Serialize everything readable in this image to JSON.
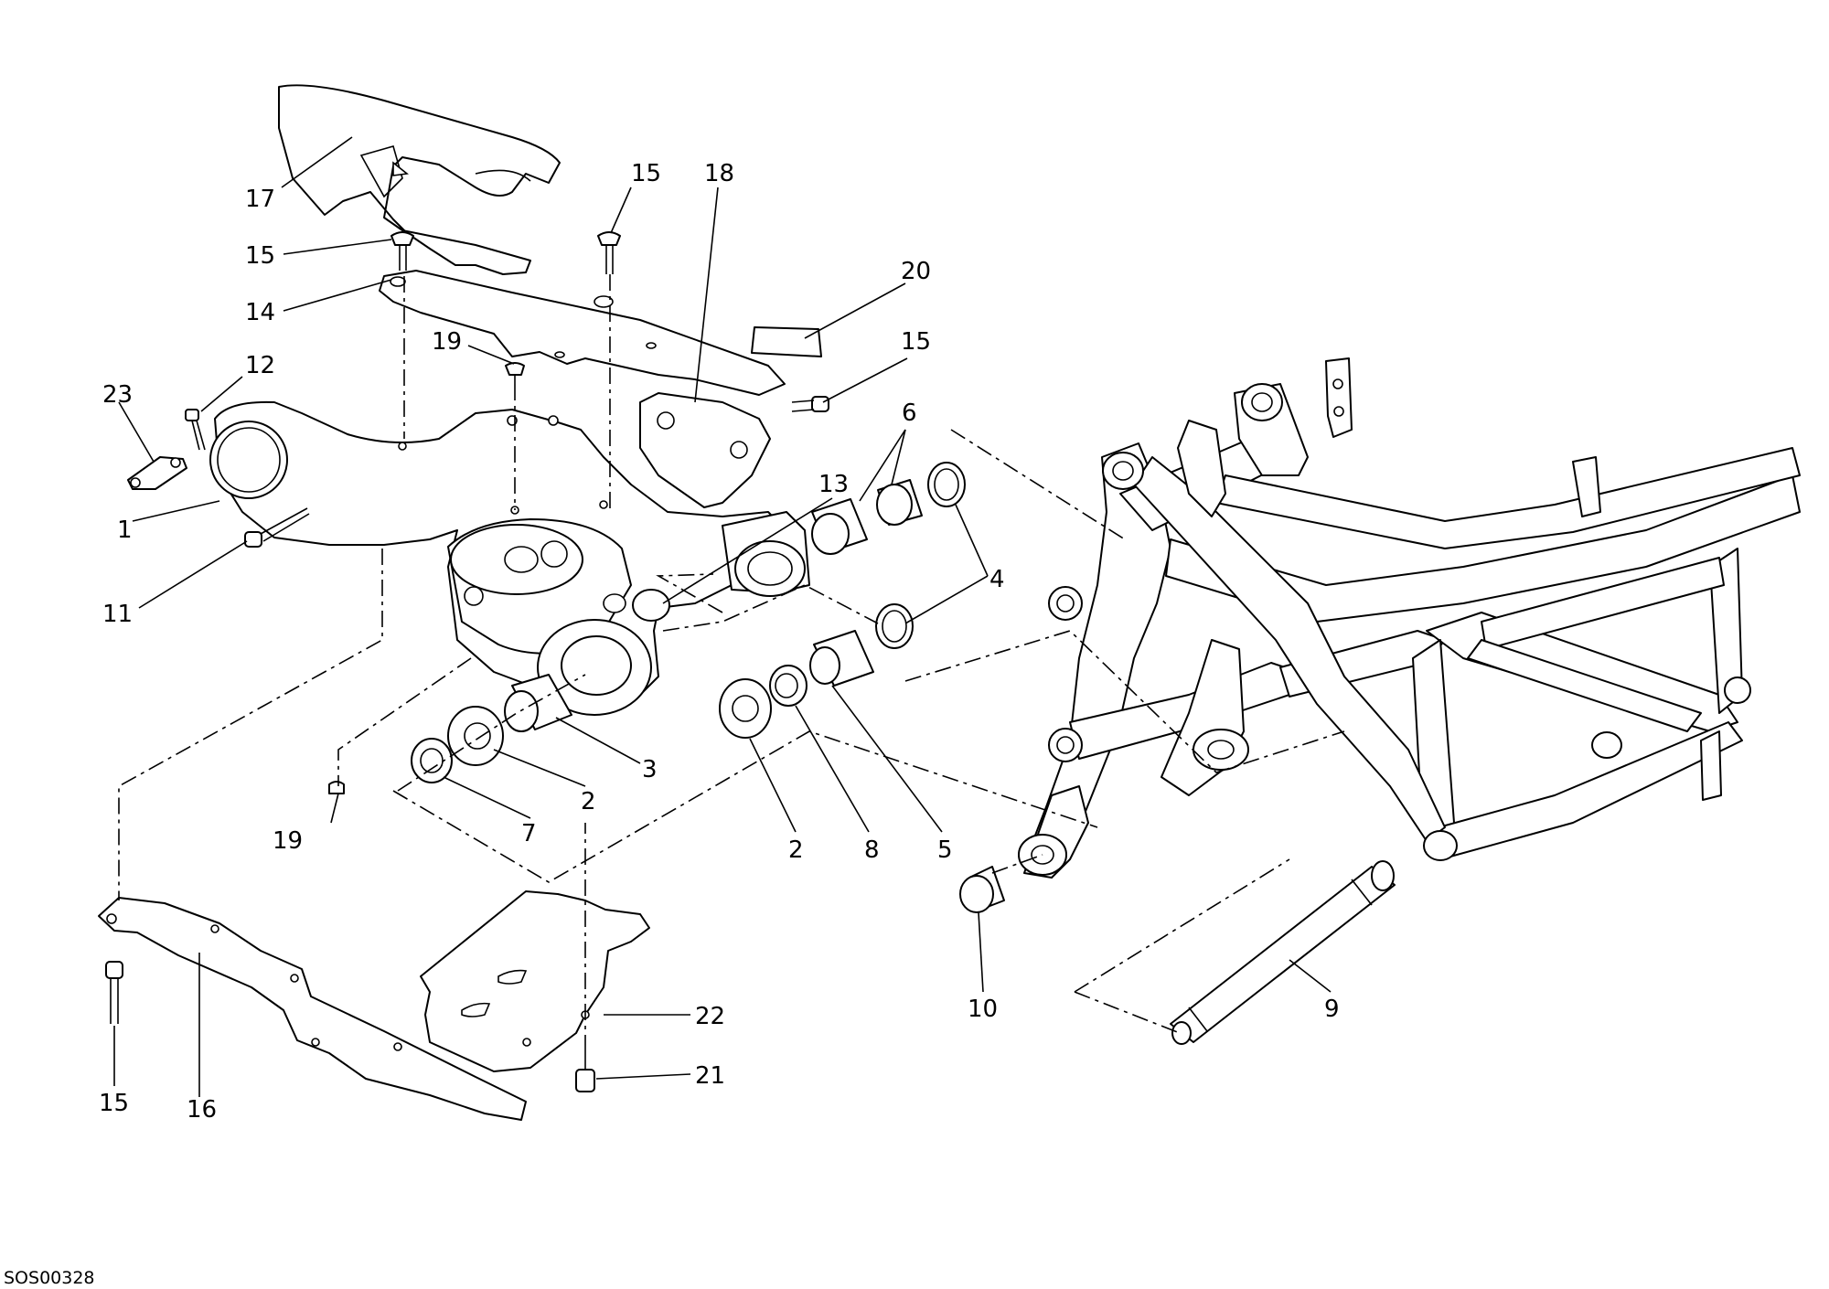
{
  "drawing_code": "SOS00328",
  "callouts": [
    {
      "label": "17"
    },
    {
      "label": "15"
    },
    {
      "label": "18"
    },
    {
      "label": "15"
    },
    {
      "label": "14"
    },
    {
      "label": "20"
    },
    {
      "label": "15"
    },
    {
      "label": "19"
    },
    {
      "label": "12"
    },
    {
      "label": "23"
    },
    {
      "label": "6"
    },
    {
      "label": "13"
    },
    {
      "label": "1"
    },
    {
      "label": "11"
    },
    {
      "label": "4"
    },
    {
      "label": "3"
    },
    {
      "label": "2"
    },
    {
      "label": "7"
    },
    {
      "label": "19"
    },
    {
      "label": "2"
    },
    {
      "label": "8"
    },
    {
      "label": "5"
    },
    {
      "label": "10"
    },
    {
      "label": "9"
    },
    {
      "label": "22"
    },
    {
      "label": "21"
    },
    {
      "label": "15"
    },
    {
      "label": "16"
    }
  ]
}
